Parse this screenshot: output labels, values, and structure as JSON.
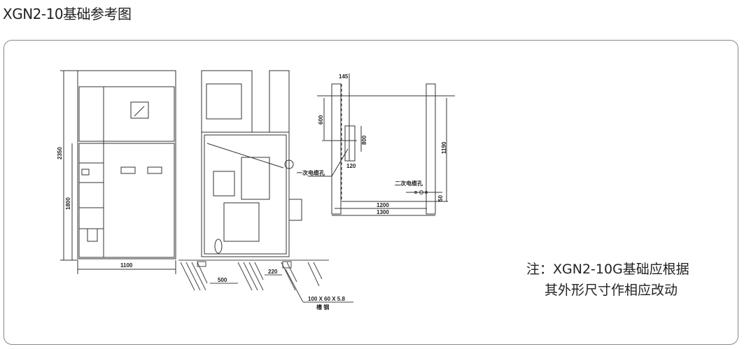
{
  "title": "XGN2-10基础参考图",
  "drawing": {
    "dims": {
      "height_total": "2350",
      "height_lower": "1800",
      "width_front": "1100",
      "gap_500": "500",
      "gap_220": "220",
      "offset_145": "145",
      "dim_600": "600",
      "dim_800": "800",
      "dim_120": "120",
      "depth_1190": "1190",
      "width_1200": "1200",
      "width_1300": "1300",
      "dim_50": "50"
    },
    "labels": {
      "primary_cable_hole": "一次电缆孔",
      "secondary_cable_hole": "二次电缆孔",
      "channel_spec": "100 X 60 X 5.8",
      "channel_name": "槽  钢"
    }
  },
  "note": {
    "line1": "注：XGN2-10G基础应根据",
    "line2": "其外形尺寸作相应改动"
  }
}
